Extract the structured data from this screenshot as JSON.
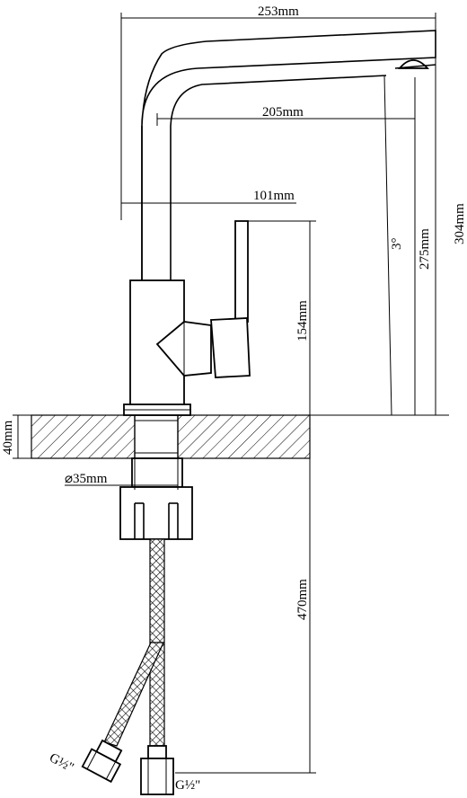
{
  "dimensions": {
    "width_total": "253mm",
    "spout_reach": "205mm",
    "handle_offset": "101mm",
    "body_height": "154mm",
    "spout_height": "275mm",
    "total_height": "304mm",
    "deck_thickness": "40mm",
    "hole_diameter": "⌀35mm",
    "hose_length": "470mm",
    "spout_angle": "3°",
    "thread_left": "G½\"",
    "thread_right": "G½\""
  }
}
